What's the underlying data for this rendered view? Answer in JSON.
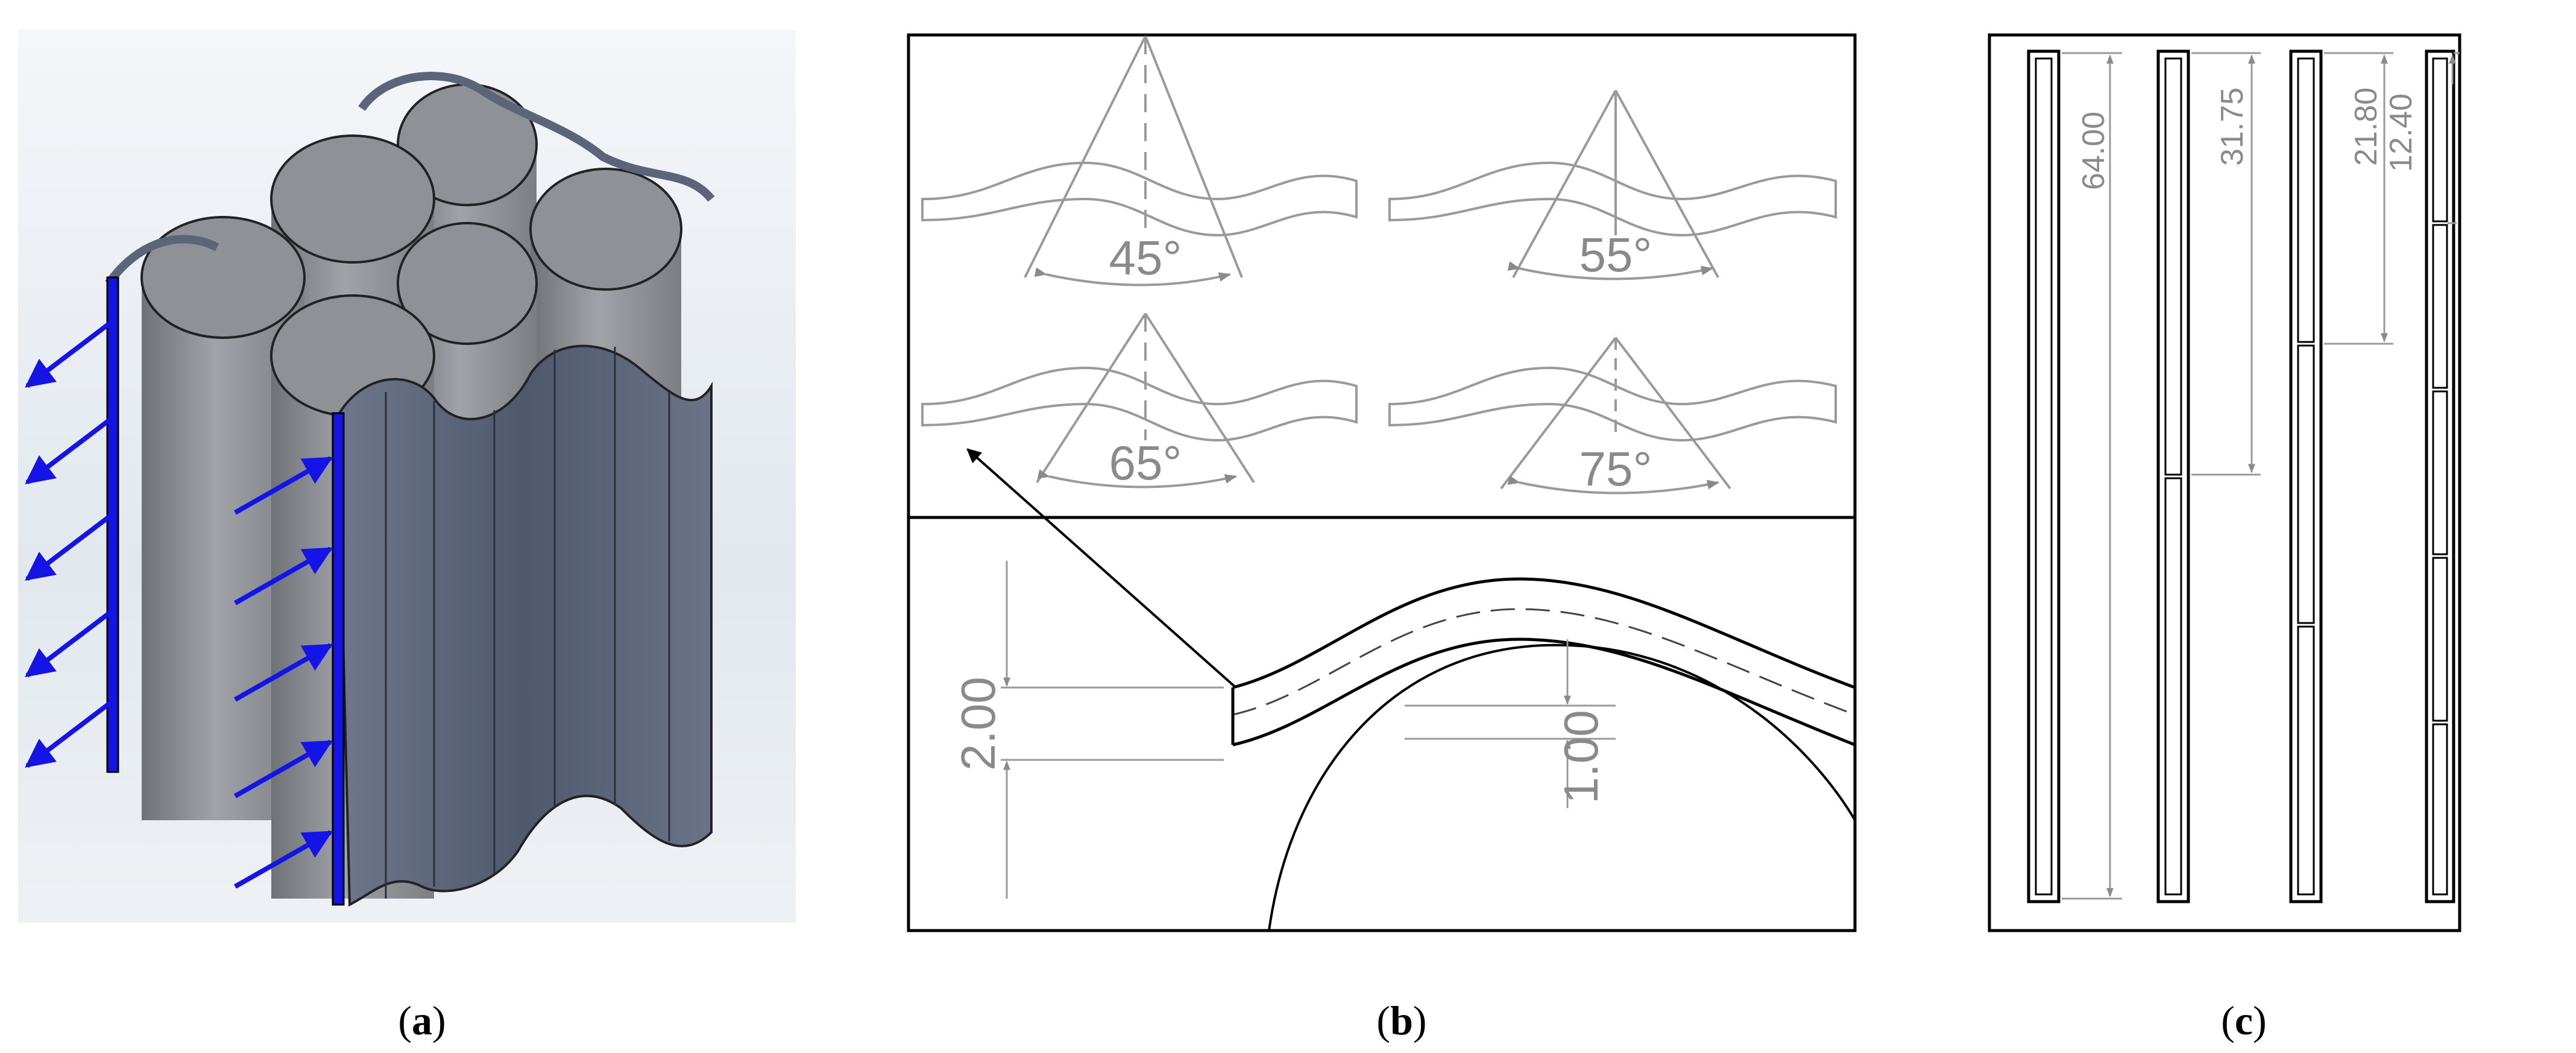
{
  "panels": {
    "a": {
      "caption_pre": "(",
      "caption_letter": "a",
      "caption_post": ")"
    },
    "b": {
      "caption_pre": "(",
      "caption_letter": "b",
      "caption_post": ")",
      "angles": [
        "45°",
        "55°",
        "65°",
        "75°"
      ],
      "thickness": "2.00",
      "gap": "1.00"
    },
    "c": {
      "caption_pre": "(",
      "caption_letter": "c",
      "caption_post": ")",
      "lengths": [
        "64.00",
        "31.75",
        "21.80",
        "12.40"
      ]
    }
  },
  "colors": {
    "arrow_blue": "#1414e6",
    "body_grey": "#8c8f94",
    "wall_blue_grey": "#5b6478",
    "line_grey": "#9a9a9a",
    "frame": "#000000"
  }
}
